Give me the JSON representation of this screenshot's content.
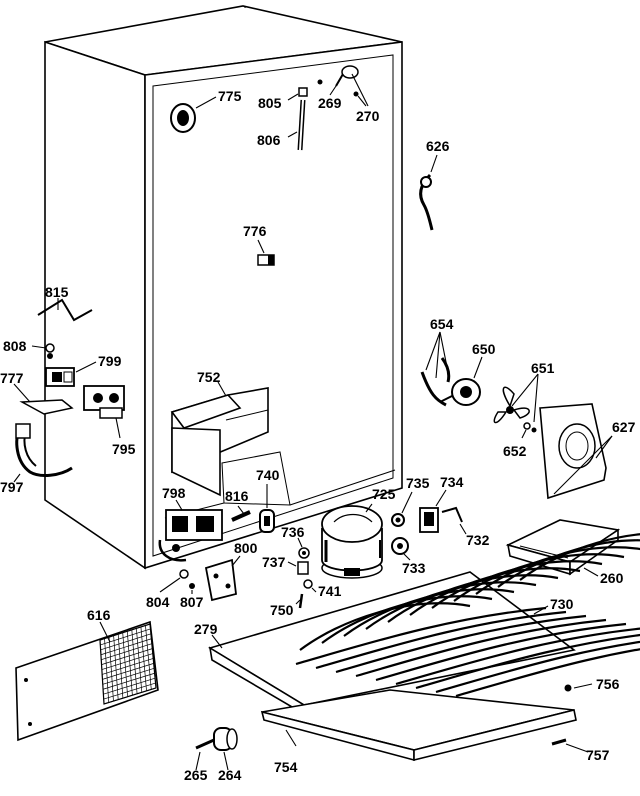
{
  "labels": {
    "l775": "775",
    "l805": "805",
    "l269": "269",
    "l270": "270",
    "l806": "806",
    "l626": "626",
    "l776": "776",
    "l815": "815",
    "l808": "808",
    "l799": "799",
    "l777": "777",
    "l795": "795",
    "l797": "797",
    "l752": "752",
    "l654": "654",
    "l650": "650",
    "l651": "651",
    "l652": "652",
    "l627": "627",
    "l798": "798",
    "l816": "816",
    "l740": "740",
    "l725": "725",
    "l735": "735",
    "l734": "734",
    "l732": "732",
    "l736": "736",
    "l737": "737",
    "l741": "741",
    "l733": "733",
    "l800": "800",
    "l804": "804",
    "l807": "807",
    "l750": "750",
    "l260": "260",
    "l730": "730",
    "l616": "616",
    "l279": "279",
    "l756": "756",
    "l757": "757",
    "l754": "754",
    "l265": "265",
    "l264": "264"
  }
}
